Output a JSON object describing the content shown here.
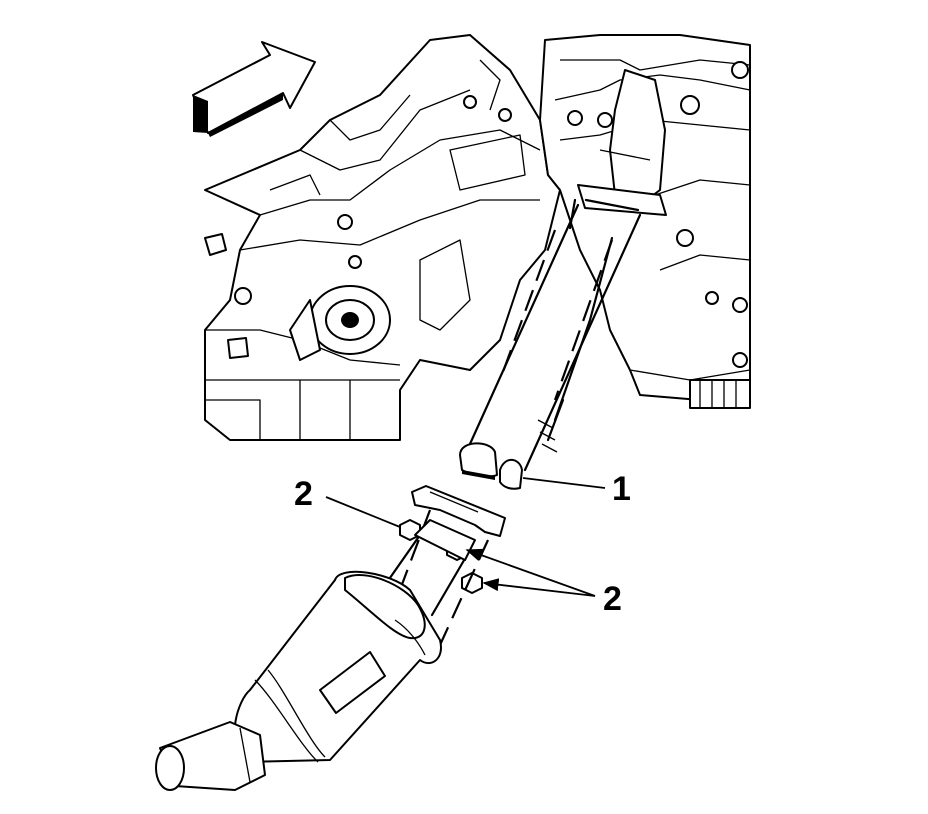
{
  "diagram": {
    "callouts": [
      {
        "id": "callout-1",
        "label": "1"
      },
      {
        "id": "callout-2-left",
        "label": "2"
      },
      {
        "id": "callout-2-right",
        "label": "2"
      }
    ]
  }
}
